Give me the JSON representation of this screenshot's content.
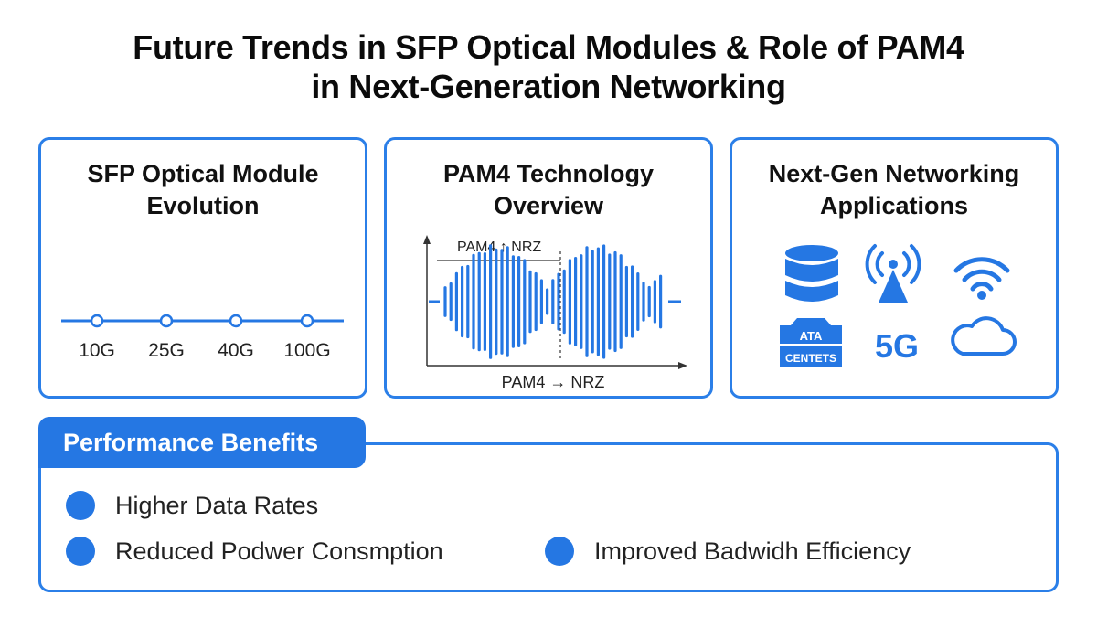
{
  "title": {
    "line1": "Future Trends in SFP Optical Modules & Role of PAM4",
    "line2": "in Next-Generation Networking"
  },
  "cards": {
    "evolution": {
      "title_line1": "SFP Optical Module",
      "title_line2": "Evolution",
      "speeds": [
        "10G",
        "25G",
        "40G",
        "100G"
      ]
    },
    "pam4": {
      "title_line1": "PAM4 Technology",
      "title_line2": "Overview",
      "top_label": "PAM4 ↑ NRZ",
      "bottom_label": "PAM4 → NRZ"
    },
    "nextgen": {
      "title_line1": "Next-Gen Networking",
      "title_line2": "Applications",
      "icons": [
        "database-icon",
        "antenna-tower-icon",
        "wifi-icon",
        "data-center-icon",
        "5g-label",
        "cloud-icon"
      ],
      "datacenter_line1": "ATA",
      "datacenter_line2": "CENTETS",
      "fiveg_label": "5G"
    }
  },
  "benefits": {
    "heading": "Performance Benefits",
    "items": [
      "Higher Data Rates",
      "Reduced Podwer Consmption",
      "Improved Badwidh Efficiency"
    ]
  },
  "colors": {
    "accent": "#2577e3",
    "border": "#2b7fe8"
  }
}
